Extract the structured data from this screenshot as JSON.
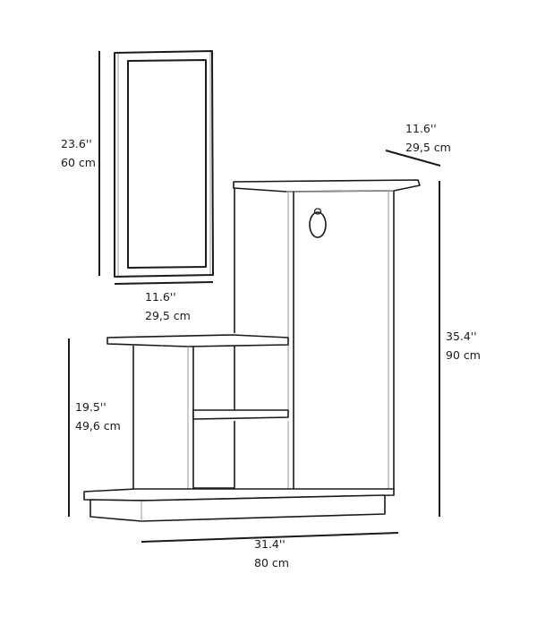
{
  "diagram": {
    "subject": "Hallway furniture unit with wall mirror",
    "line_color": "#1a1a1a",
    "light_line_color": "#9a9a9a",
    "components": [
      "wall-mirror",
      "tall-cabinet-with-door",
      "open-shelf-unit",
      "plinth-base"
    ],
    "dimensions": {
      "mirror_height": {
        "inches": "23.6''",
        "cm": "60 cm"
      },
      "mirror_width": {
        "inches": "11.6''",
        "cm": "29,5 cm"
      },
      "depth": {
        "inches": "11.6''",
        "cm": "29,5 cm"
      },
      "total_height": {
        "inches": "35.4''",
        "cm": "90 cm"
      },
      "shelf_height": {
        "inches": "19.5''",
        "cm": "49,6 cm"
      },
      "total_width": {
        "inches": "31.4''",
        "cm": "80 cm"
      }
    }
  }
}
